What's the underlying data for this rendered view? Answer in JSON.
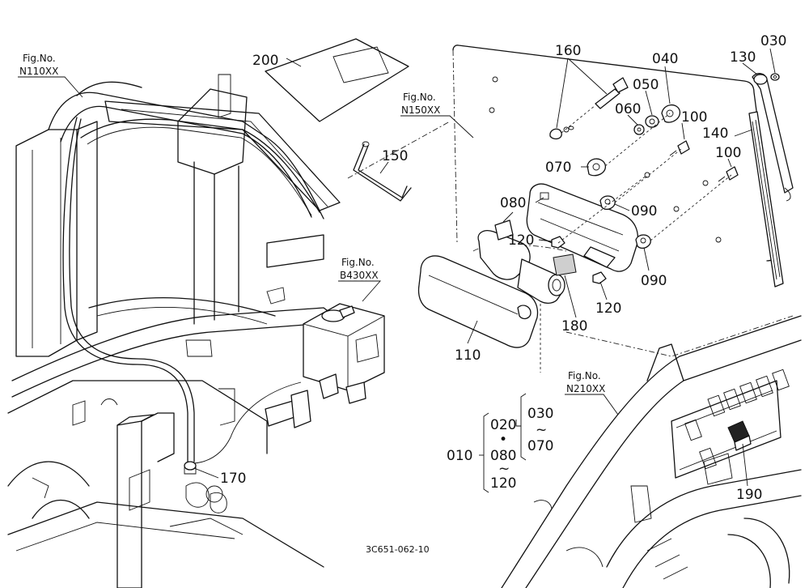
{
  "figure_refs": [
    {
      "id": "n110",
      "line1": "Fig.No.",
      "line2": "N110XX"
    },
    {
      "id": "n150",
      "line1": "Fig.No.",
      "line2": "N150XX"
    },
    {
      "id": "b430",
      "line1": "Fig.No.",
      "line2": "B430XX"
    },
    {
      "id": "n210",
      "line1": "Fig.No.",
      "line2": "N210XX"
    }
  ],
  "callouts": {
    "c200": "200",
    "c160": "160",
    "c040": "040",
    "c030": "030",
    "c130": "130",
    "c050": "050",
    "c060": "060",
    "c100a": "100",
    "c140": "140",
    "c100b": "100",
    "c070": "070",
    "c150": "150",
    "c080": "080",
    "c090a": "090",
    "c120a": "120",
    "c090b": "090",
    "c110": "110",
    "c180": "180",
    "c120b": "120",
    "c170": "170",
    "c190": "190"
  },
  "assembly_key": {
    "k030a": "030",
    "k_tilde1": "~",
    "k070": "070",
    "k020": "020",
    "k_dot": "•",
    "k080": "080",
    "k010": "010",
    "k_tilde2": "~",
    "k120": "120"
  },
  "drawing_code": "3C651-062-10"
}
